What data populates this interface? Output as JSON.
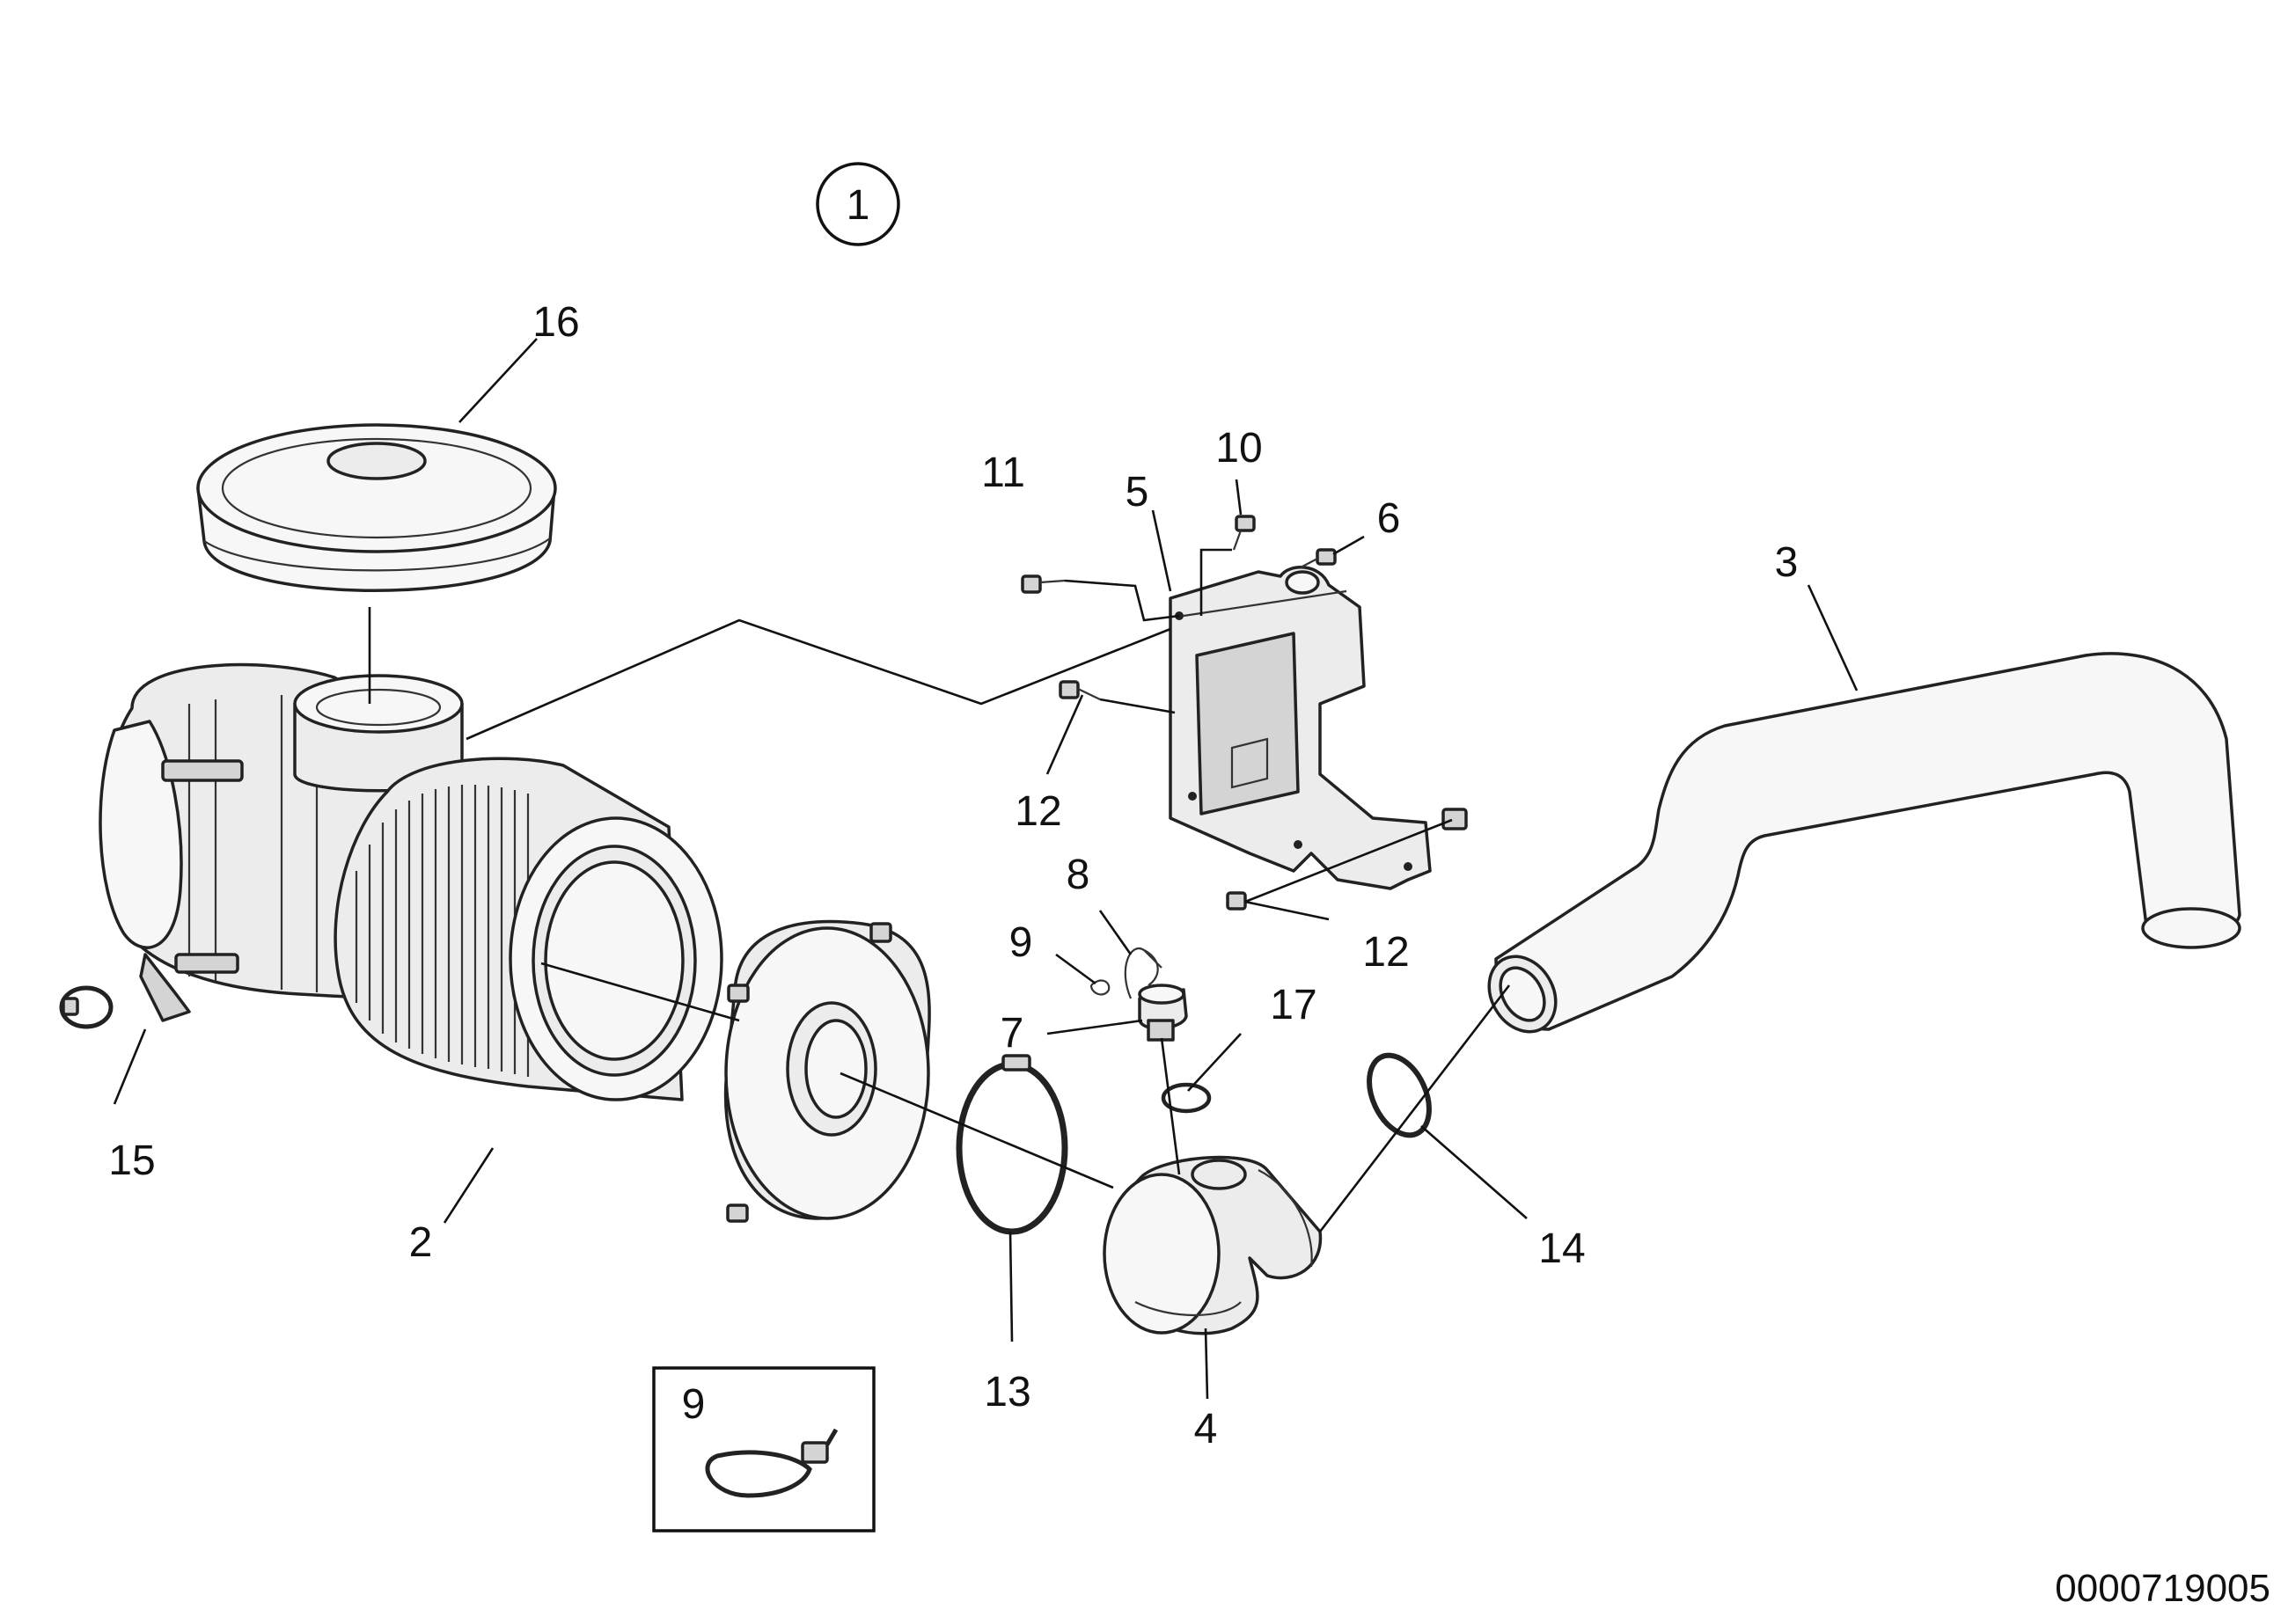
{
  "diagram": {
    "view_number": "1",
    "document_number": "0000719005",
    "inset_label": "9",
    "callouts": [
      {
        "id": "c16",
        "text": "16"
      },
      {
        "id": "c11",
        "text": "11"
      },
      {
        "id": "c5",
        "text": "5"
      },
      {
        "id": "c10",
        "text": "10"
      },
      {
        "id": "c6",
        "text": "6"
      },
      {
        "id": "c3",
        "text": "3"
      },
      {
        "id": "c12a",
        "text": "12"
      },
      {
        "id": "c12b",
        "text": "12"
      },
      {
        "id": "c8",
        "text": "8"
      },
      {
        "id": "c9",
        "text": "9"
      },
      {
        "id": "c7",
        "text": "7"
      },
      {
        "id": "c17",
        "text": "17"
      },
      {
        "id": "c15",
        "text": "15"
      },
      {
        "id": "c2",
        "text": "2"
      },
      {
        "id": "c13",
        "text": "13"
      },
      {
        "id": "c4",
        "text": "4"
      },
      {
        "id": "c14",
        "text": "14"
      }
    ]
  }
}
